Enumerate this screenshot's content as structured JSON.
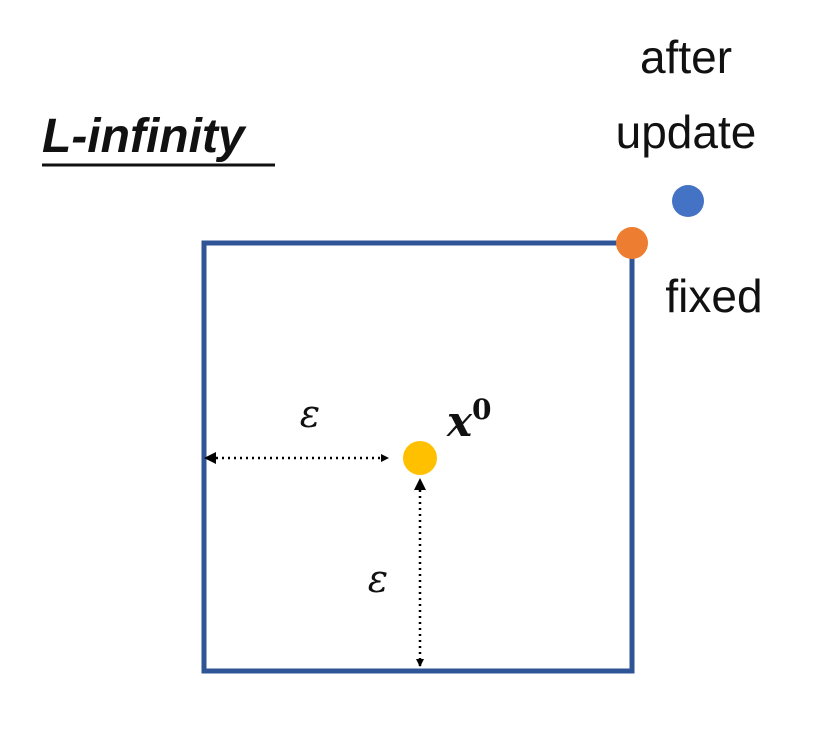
{
  "title": "L-infinity",
  "labels": {
    "after_update_line1": "after",
    "after_update_line2": "update",
    "fixed": "fixed",
    "epsilon_horizontal": "ε",
    "epsilon_vertical": "ε",
    "center_point": "x",
    "center_point_superscript": "0"
  },
  "colors": {
    "box_border": "#2F5597",
    "arrow": "#000000",
    "text": "#111111",
    "center_point": "#FFC000",
    "fixed_point": "#ED7D31",
    "after_update_point": "#4472C4"
  }
}
